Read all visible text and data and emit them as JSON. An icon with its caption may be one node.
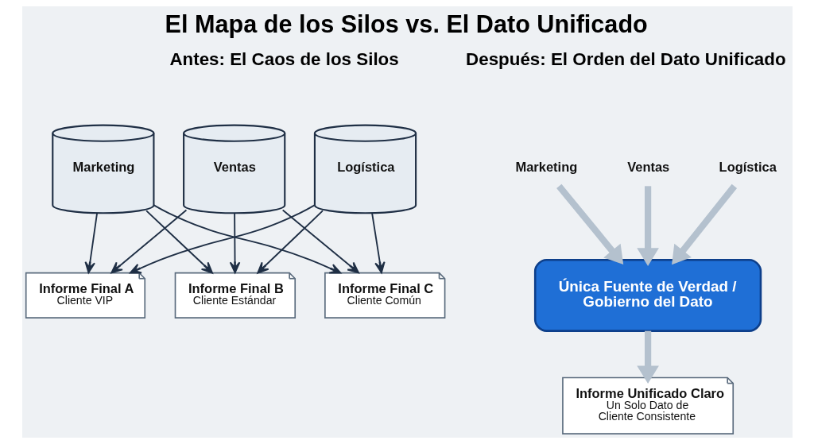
{
  "diagram": {
    "title": "El Mapa de los Silos vs. El Dato Unificado",
    "nodes": [
      {
        "text": [
          "Marketing"
        ]
      },
      {
        "text": [
          "Ventas"
        ]
      },
      {
        "text": [
          "Logística"
        ]
      },
      {
        "text": [
          "Informe Final A",
          "Cliente VIP"
        ]
      },
      {
        "text": [
          "Informe Final B",
          "Cliente Estándar"
        ]
      },
      {
        "text": [
          "Informe Final C",
          "Cliente Común"
        ]
      },
      {
        "text": [
          "Marketing"
        ]
      },
      {
        "text": [
          "Ventas"
        ]
      },
      {
        "text": [
          "Logística"
        ]
      },
      {
        "text": [
          "Única Fuente de Verdad / Gobierno del Dato"
        ]
      },
      {
        "text": [
          "Informe Unificado Claro",
          "Un Solo Dato de Cliente Consistente"
        ]
      }
    ],
    "edges": [
      {
        "from": 0,
        "to": 3,
        "arrow": "to"
      },
      {
        "from": 0,
        "to": 4,
        "arrow": "to"
      },
      {
        "from": 0,
        "to": 5,
        "arrow": "to"
      },
      {
        "from": 1,
        "to": 3,
        "arrow": "to"
      },
      {
        "from": 1,
        "to": 4,
        "arrow": "to"
      },
      {
        "from": 1,
        "to": 5,
        "arrow": "to"
      },
      {
        "from": 2,
        "to": 3,
        "arrow": "to"
      },
      {
        "from": 2,
        "to": 4,
        "arrow": "to"
      },
      {
        "from": 2,
        "to": 5,
        "arrow": "to"
      },
      {
        "from": 6,
        "to": 9,
        "arrow": "to",
        "style": "thick",
        "color": "#b4c1ce"
      },
      {
        "from": 7,
        "to": 9,
        "arrow": "to",
        "style": "thick",
        "color": "#b4c1ce"
      },
      {
        "from": 8,
        "to": 9,
        "arrow": "to",
        "style": "thick",
        "color": "#b4c1ce"
      },
      {
        "from": 9,
        "to": 10,
        "arrow": "to",
        "style": "thick",
        "color": "#b4c1ce"
      }
    ],
    "labels": [
      "Antes: El Caos de los Silos",
      "Después: El Orden del Dato Unificado"
    ]
  }
}
